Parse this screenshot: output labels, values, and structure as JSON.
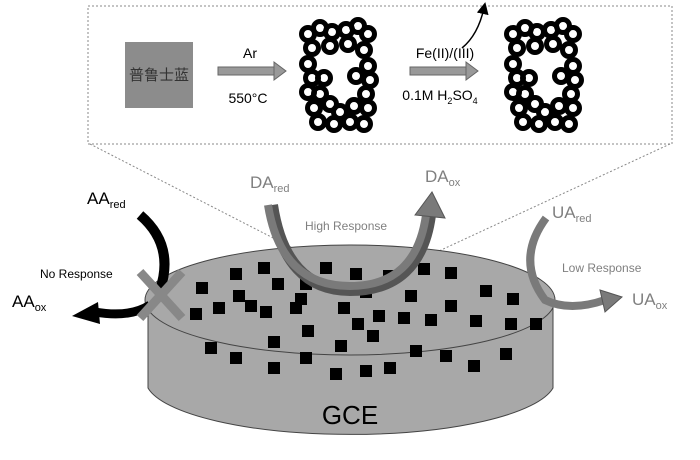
{
  "synthesis": {
    "precursor_label": "普鲁士蓝",
    "step1_top": "Ar",
    "step1_bottom": "550°C",
    "step2_top": "Fe(II)/(III)",
    "step2_bottom_main": "0.1M H",
    "step2_bottom_sub1": "2",
    "step2_bottom_mid": "SO",
    "step2_bottom_sub2": "4"
  },
  "electrode": {
    "label": "GCE"
  },
  "analytes": {
    "aa_red": {
      "main": "AA",
      "sub": "red"
    },
    "aa_ox": {
      "main": "AA",
      "sub": "ox"
    },
    "da_red": {
      "main": "DA",
      "sub": "red"
    },
    "da_ox": {
      "main": "DA",
      "sub": "ox"
    },
    "ua_red": {
      "main": "UA",
      "sub": "red"
    },
    "ua_ox": {
      "main": "UA",
      "sub": "ox"
    }
  },
  "responses": {
    "aa": "No Response",
    "da": "High Response",
    "ua": "Low Response"
  },
  "colors": {
    "precursor_box": "#8c8c8c",
    "electrode": "#a8a8a8",
    "arrow_gray": "#7a7a7a",
    "text_gray": "#808080",
    "black": "#000000"
  }
}
